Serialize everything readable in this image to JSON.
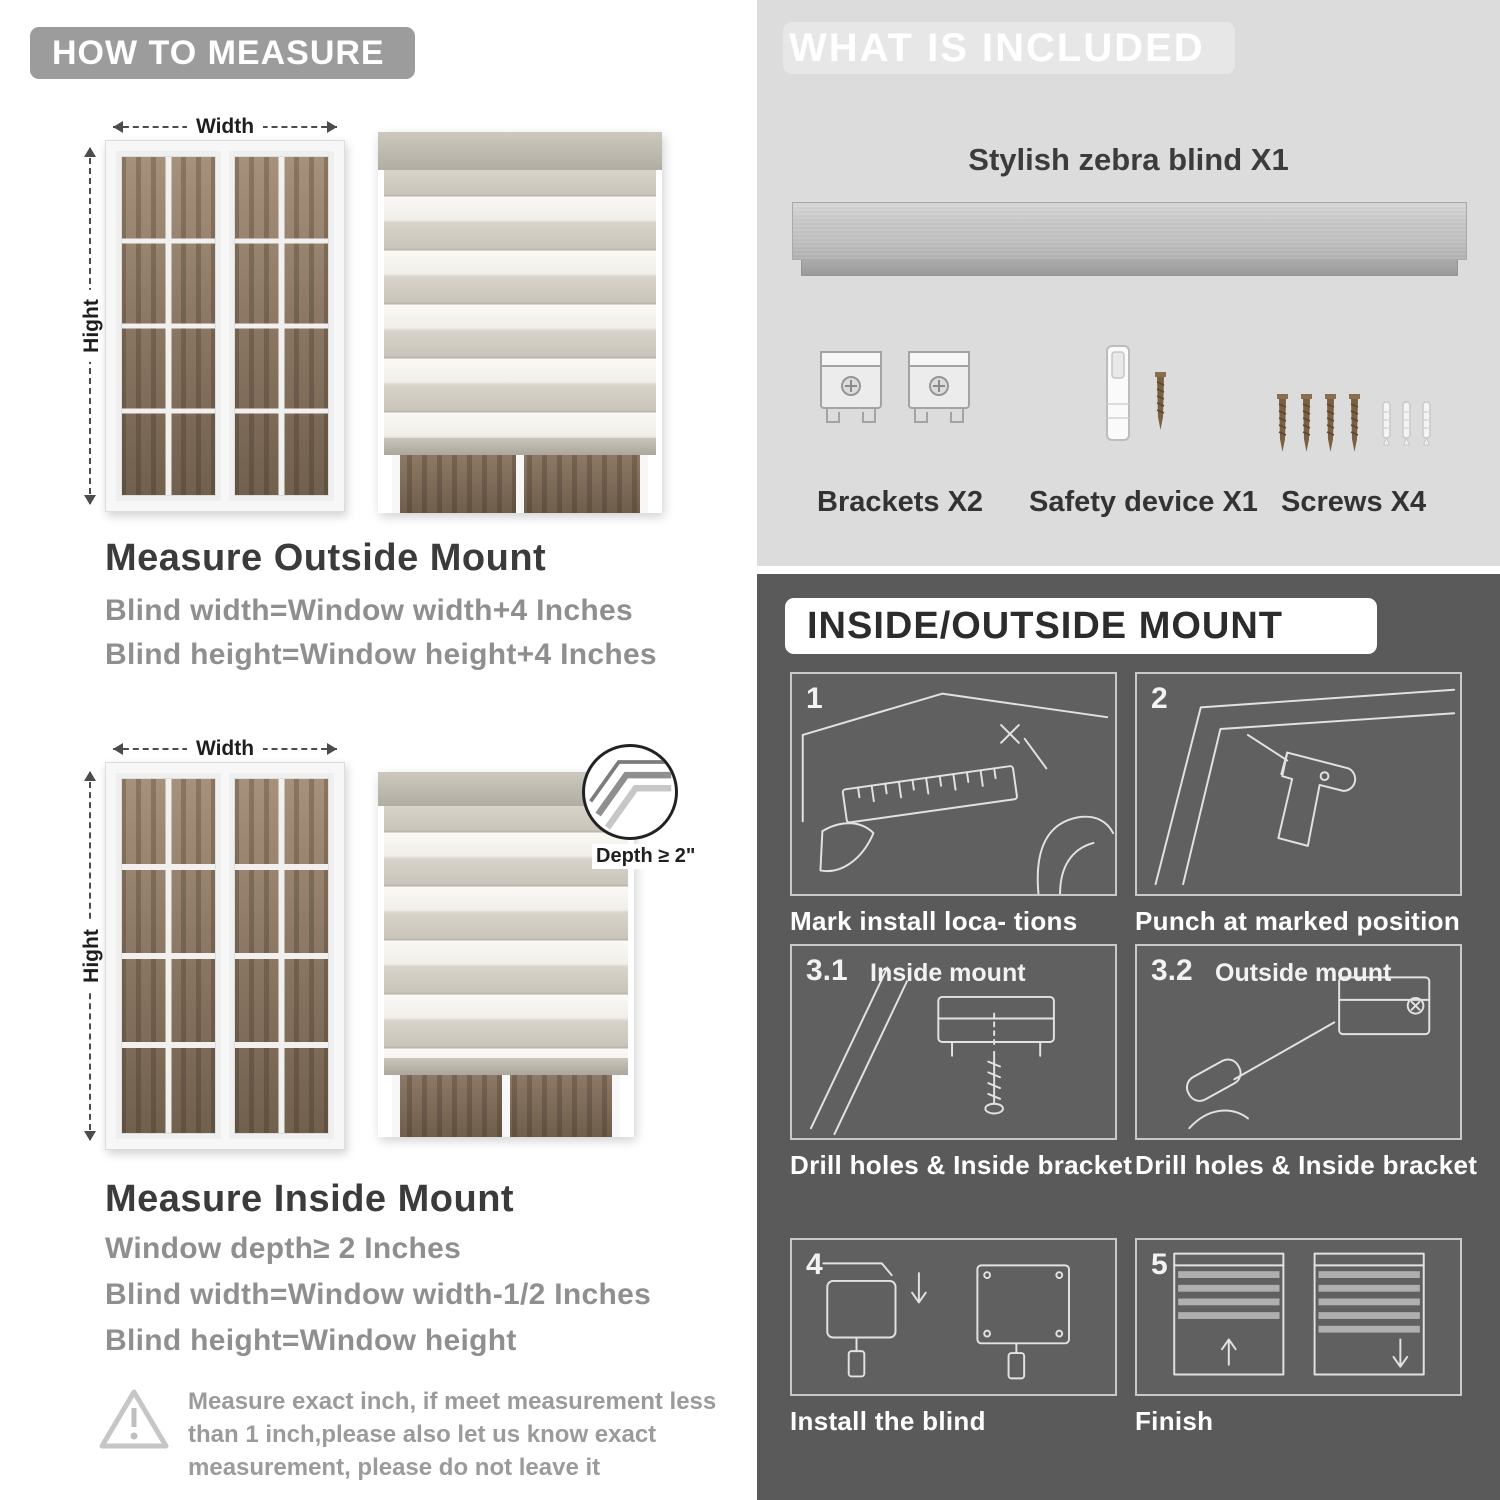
{
  "colors": {
    "left_badge": "#9c9c9c",
    "included_bg": "#dcdcdc",
    "mount_bg": "#5a5a5a",
    "heading_text": "#3b3b3b",
    "muted_text": "#8f8f8f"
  },
  "left": {
    "header": "HOW TO MEASURE",
    "outside": {
      "width_label": "Width",
      "height_label": "Hight",
      "title": "Measure Outside Mount",
      "line1": "Blind width=Window width+4 Inches",
      "line2": "Blind height=Window height+4 Inches"
    },
    "inside": {
      "width_label": "Width",
      "height_label": "Hight",
      "depth_label": "Depth ≥ 2\"",
      "title": "Measure Inside Mount",
      "line1": "Window depth≥ 2 Inches",
      "line2": "Blind width=Window width-1/2 Inches",
      "line3": "Blind height=Window height"
    },
    "note": {
      "lines": [
        "Measure exact inch, if meet measurement less",
        "than 1 inch,please also let us know exact",
        "measurement, please do not leave it"
      ]
    }
  },
  "right": {
    "included": {
      "header": "WHAT IS INCLUDED",
      "blind_label": "Stylish zebra blind X1",
      "items": [
        {
          "label": "Brackets X2"
        },
        {
          "label": "Safety device X1"
        },
        {
          "label": "Screws X4"
        }
      ]
    },
    "mount": {
      "header": "INSIDE/OUTSIDE MOUNT",
      "steps": [
        {
          "num": "1",
          "caption": "Mark install loca- tions"
        },
        {
          "num": "2",
          "caption": "Punch at  marked position"
        },
        {
          "num": "3.1",
          "label": "Inside mount",
          "caption": "Drill holes &  Inside bracket"
        },
        {
          "num": "3.2",
          "label": "Outside mount",
          "caption": "Drill holes &  Inside bracket"
        },
        {
          "num": "4",
          "caption": "Install the blind"
        },
        {
          "num": "5",
          "caption": "Finish"
        }
      ]
    }
  }
}
